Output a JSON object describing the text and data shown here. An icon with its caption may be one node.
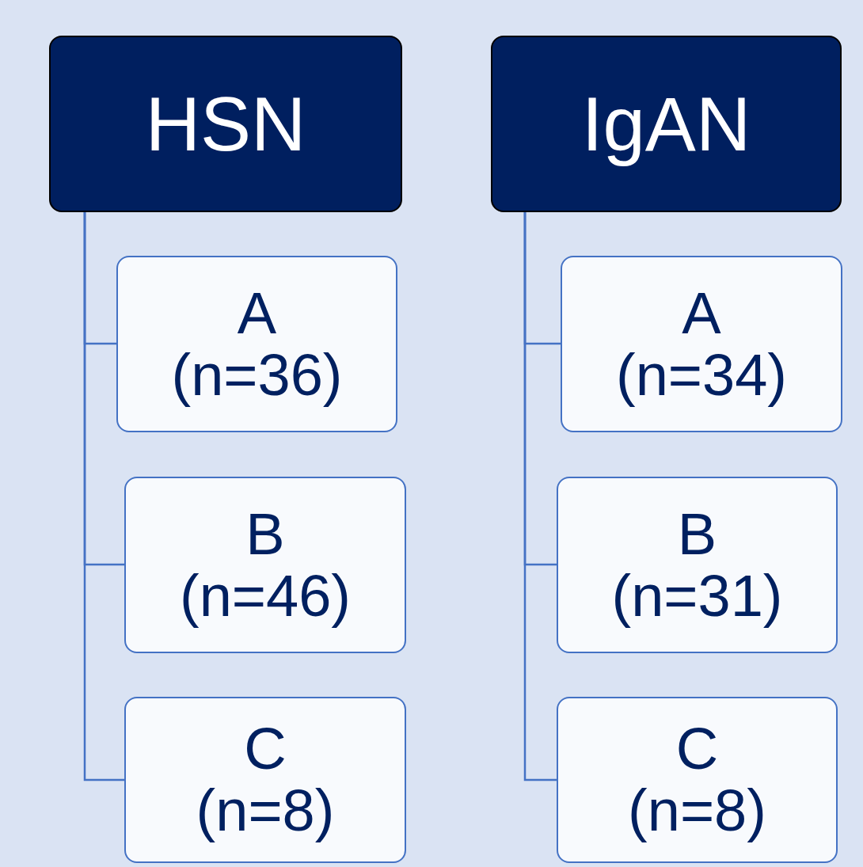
{
  "diagram": {
    "nodes": [
      {
        "text": [
          "HSN"
        ]
      },
      {
        "text": [
          "A",
          "(n=36)"
        ]
      },
      {
        "text": [
          "B",
          "(n=46)"
        ]
      },
      {
        "text": [
          "C",
          "(n=8)"
        ]
      },
      {
        "text": [
          "IgAN"
        ]
      },
      {
        "text": [
          "A",
          "(n=34)"
        ]
      },
      {
        "text": [
          "B",
          "(n=31)"
        ]
      },
      {
        "text": [
          "C",
          "(n=8)"
        ]
      }
    ],
    "edges": [
      {
        "from": 0,
        "to": 1,
        "arrow": "none"
      },
      {
        "from": 0,
        "to": 2,
        "arrow": "none"
      },
      {
        "from": 0,
        "to": 3,
        "arrow": "none"
      },
      {
        "from": 4,
        "to": 5,
        "arrow": "none"
      },
      {
        "from": 4,
        "to": 6,
        "arrow": "none"
      },
      {
        "from": 4,
        "to": 7,
        "arrow": "none"
      }
    ]
  }
}
